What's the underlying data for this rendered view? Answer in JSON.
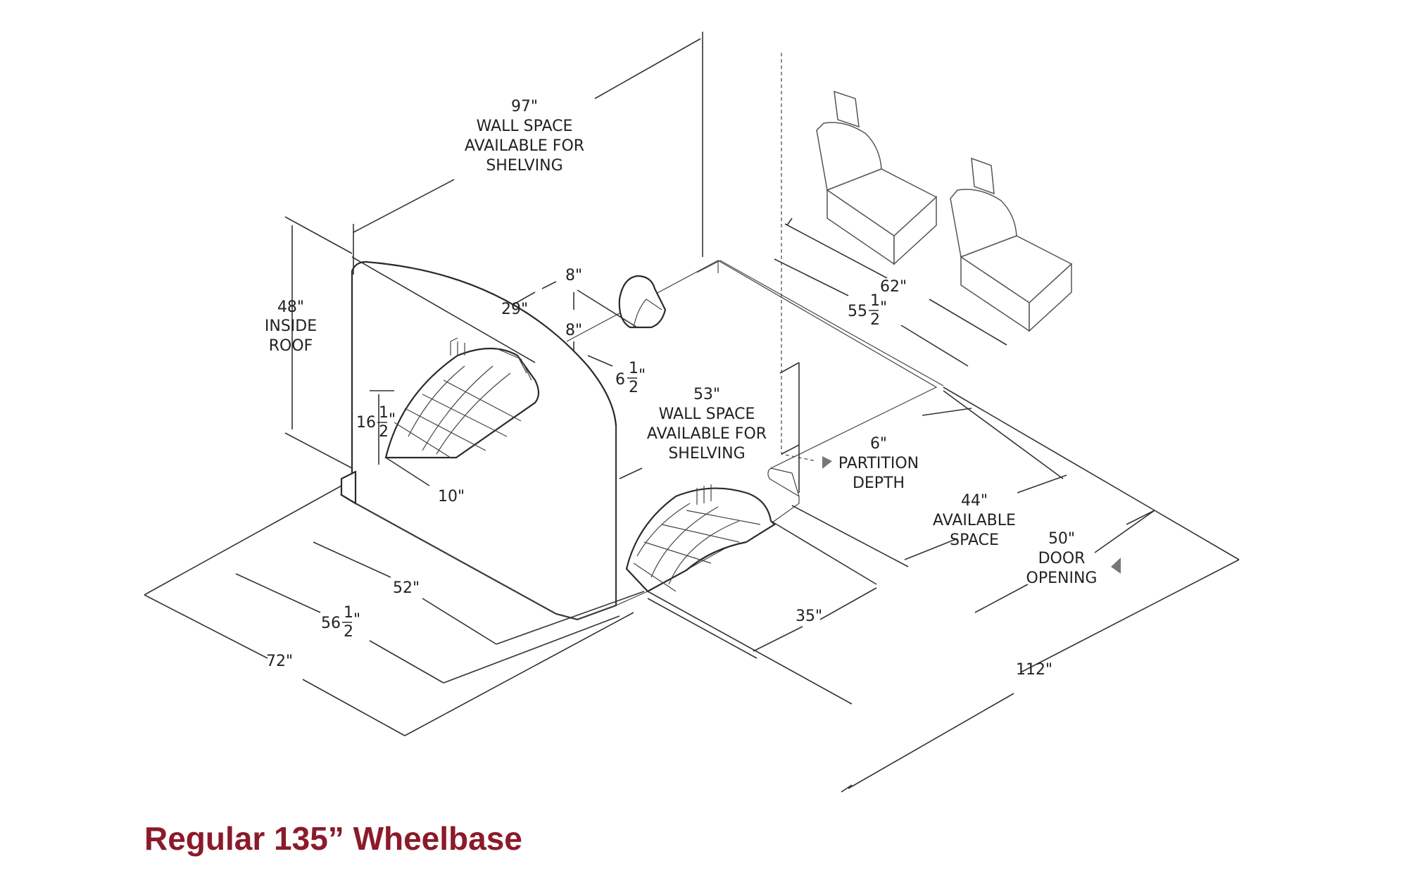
{
  "title": "Regular 135” Wheelbase",
  "colors": {
    "title": "#8b1a2a",
    "lines": "#333333"
  },
  "labels": {
    "wall_space_97": [
      "97\"",
      "WALL SPACE",
      "AVAILABLE FOR",
      "SHELVING"
    ],
    "inside_roof": [
      "48\"",
      "INSIDE",
      "ROOF"
    ],
    "d29": "29\"",
    "d8a": "8\"",
    "d8b": "8\"",
    "d6half": "6",
    "d16half": "16",
    "d10": "10\"",
    "wall_space_53": [
      "53\"",
      "WALL SPACE",
      "AVAILABLE FOR",
      "SHELVING"
    ],
    "d62": "62\"",
    "d55half": "55",
    "partition": [
      "6\"",
      "PARTITION",
      "DEPTH"
    ],
    "available": [
      "44\"",
      "AVAILABLE",
      "SPACE"
    ],
    "door": [
      "50\"",
      "DOOR",
      "OPENING"
    ],
    "d52": "52\"",
    "d56half": "56",
    "d72": "72\"",
    "d35": "35\"",
    "d112": "112\"",
    "half_num": "1",
    "half_den": "2",
    "inch": "\""
  }
}
